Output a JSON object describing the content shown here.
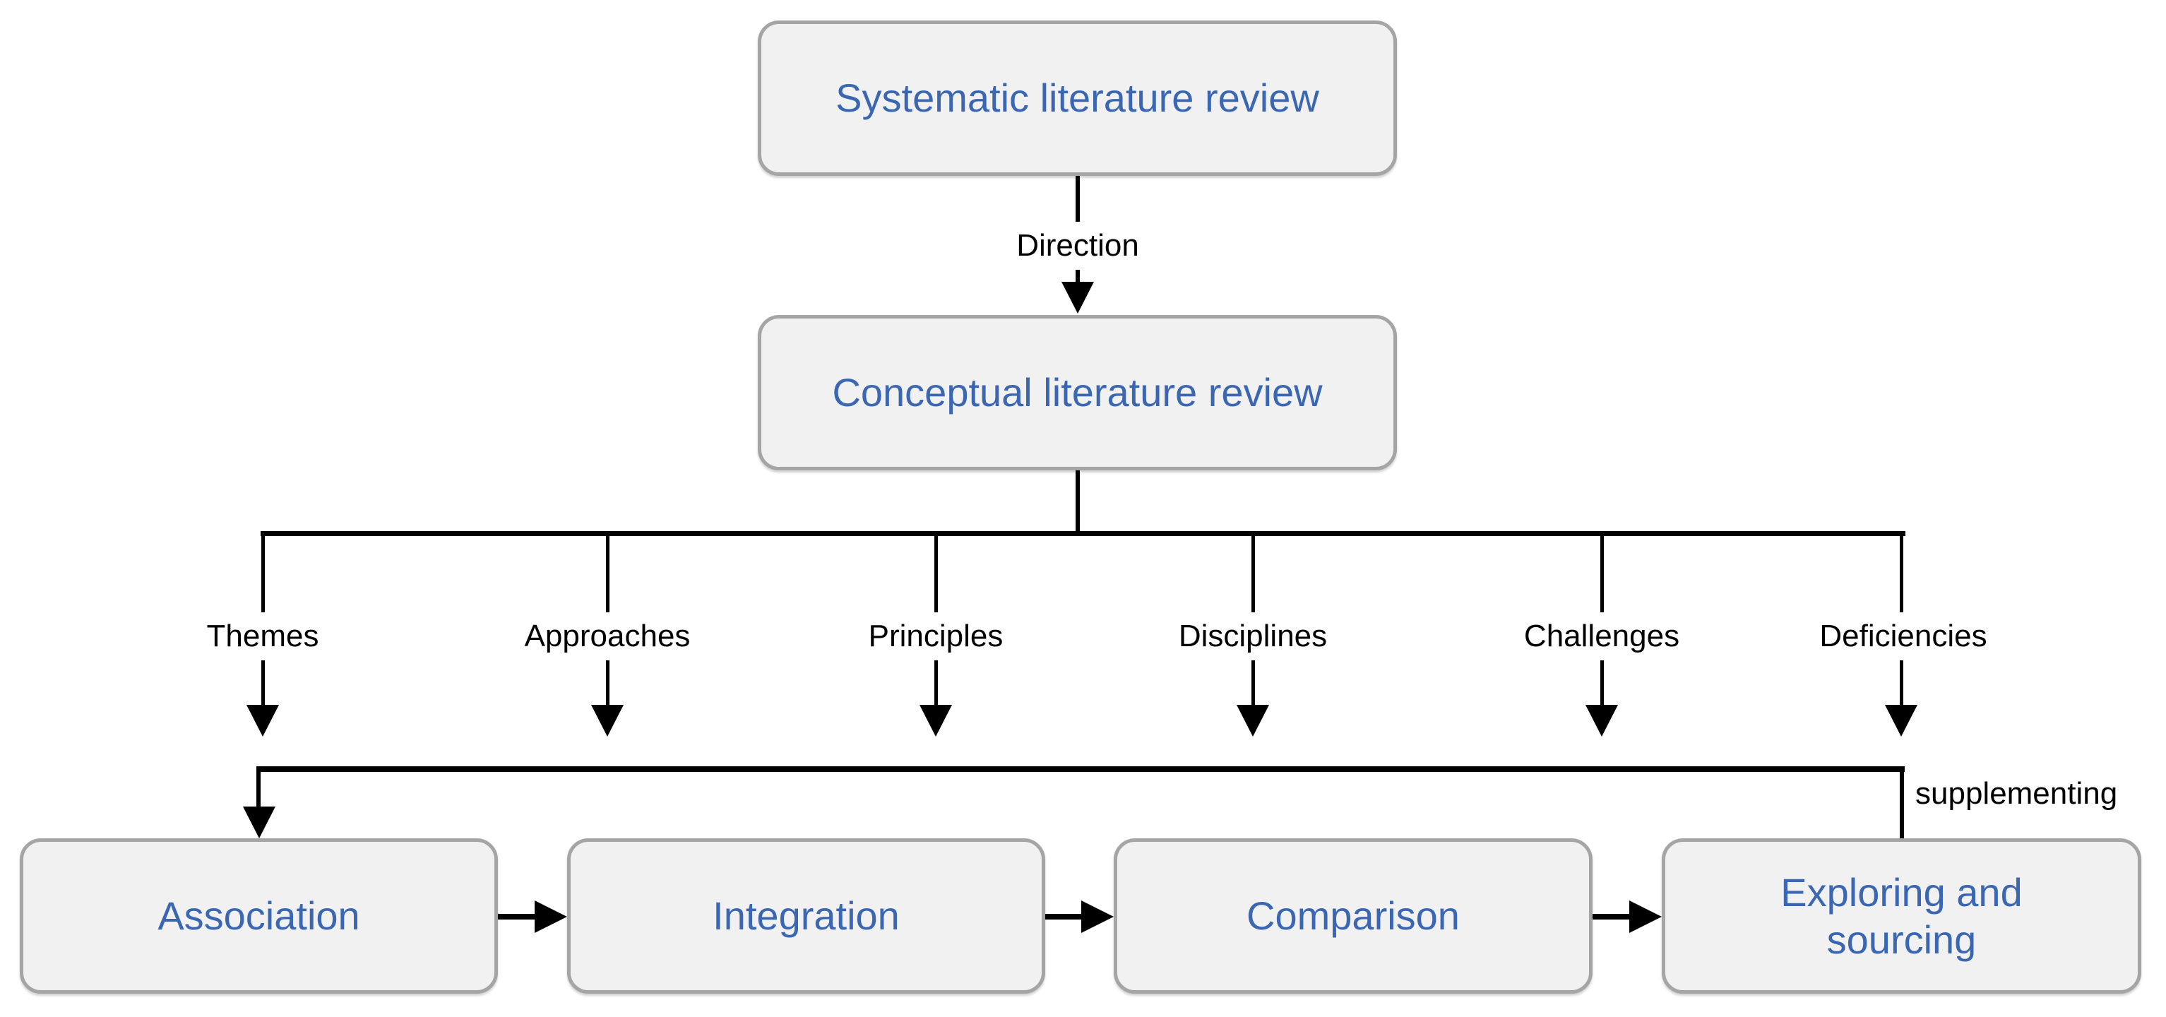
{
  "figure": {
    "nodes": {
      "systematic": "Systematic literature review",
      "conceptual": "Conceptual literature review",
      "association": "Association",
      "integration": "Integration",
      "comparison": "Comparison",
      "exploring": "Exploring and sourcing"
    },
    "edge_labels": {
      "direction": "Direction",
      "supplementing": "supplementing"
    },
    "branch_labels": [
      "Themes",
      "Approaches",
      "Principles",
      "Disciplines",
      "Challenges",
      "Deficiencies"
    ],
    "colors": {
      "background": "#ffffff",
      "box_fill": "#f1f1f1",
      "box_border": "#a5a5a5",
      "node_text": "#3b66b1",
      "connector": "#000000",
      "edge_label_text": "#000000"
    }
  }
}
